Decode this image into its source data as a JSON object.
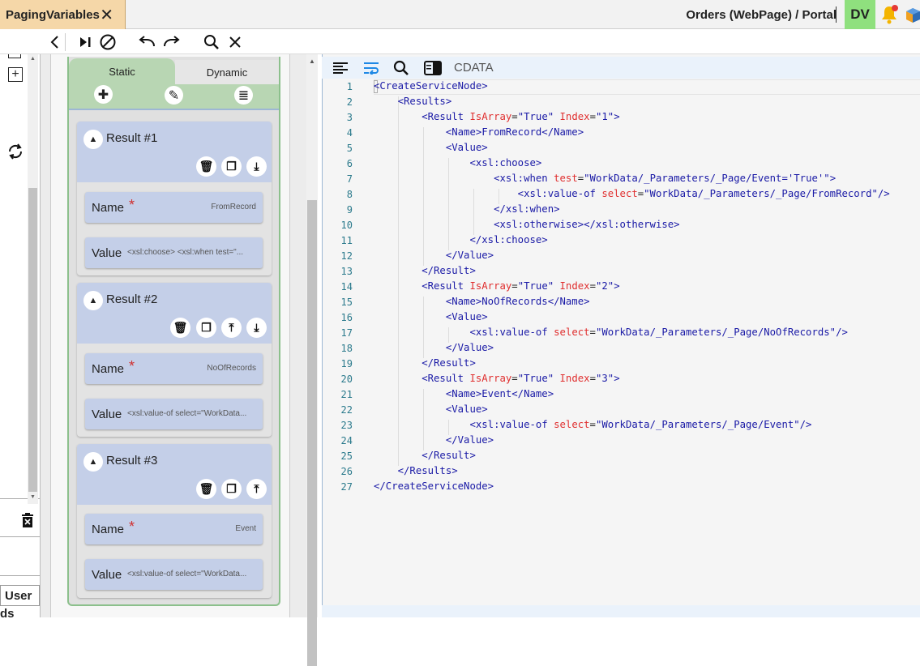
{
  "window": {
    "tab_title": "PagingVariables",
    "tab_close": "✕",
    "breadcrumb": "Orders (WebPage) / Portal",
    "user_initials": "DV"
  },
  "sidebar": {
    "user_label": "User",
    "cut_text": "ds"
  },
  "panel": {
    "tabs": [
      "Static",
      "Dynamic"
    ],
    "results": [
      {
        "title": "Result #1",
        "name_label": "Name",
        "name_value": "FromRecord",
        "value_label": "Value",
        "value_preview": "<xsl:choose> <xsl:when test=\"..."
      },
      {
        "title": "Result #2",
        "name_label": "Name",
        "name_value": "NoOfRecords",
        "value_label": "Value",
        "value_preview": "<xsl:value-of select=\"WorkData..."
      },
      {
        "title": "Result #3",
        "name_label": "Name",
        "name_value": "Event",
        "value_label": "Value",
        "value_preview": "<xsl:value-of select=\"WorkData..."
      }
    ],
    "required_mark": "*"
  },
  "editor": {
    "cdata_label": "CDATA",
    "lines": [
      "<CreateServiceNode>",
      "    <Results>",
      "        <Result IsArray=\"True\" Index=\"1\">",
      "            <Name>FromRecord</Name>",
      "            <Value>",
      "                <xsl:choose>",
      "                    <xsl:when test=\"WorkData/_Parameters/_Page/Event='True'\">",
      "                        <xsl:value-of select=\"WorkData/_Parameters/_Page/FromRecord\"/>",
      "                    </xsl:when>",
      "                    <xsl:otherwise></xsl:otherwise>",
      "                </xsl:choose>",
      "            </Value>",
      "        </Result>",
      "        <Result IsArray=\"True\" Index=\"2\">",
      "            <Name>NoOfRecords</Name>",
      "            <Value>",
      "                <xsl:value-of select=\"WorkData/_Parameters/_Page/NoOfRecords\"/>",
      "            </Value>",
      "        </Result>",
      "        <Result IsArray=\"True\" Index=\"3\">",
      "            <Name>Event</Name>",
      "            <Value>",
      "                <xsl:value-of select=\"WorkData/_Parameters/_Page/Event\"/>",
      "            </Value>",
      "        </Result>",
      "    </Results>",
      "</CreateServiceNode>"
    ]
  },
  "colors": {
    "tab_active": "#f5d7a8",
    "user_badge": "#8fe07e",
    "panel_accent": "#b8d6b3",
    "card_header": "#c4cfe8",
    "required": "#d03030",
    "xml_tag": "#1a1aa6",
    "xml_attr": "#e03030"
  }
}
